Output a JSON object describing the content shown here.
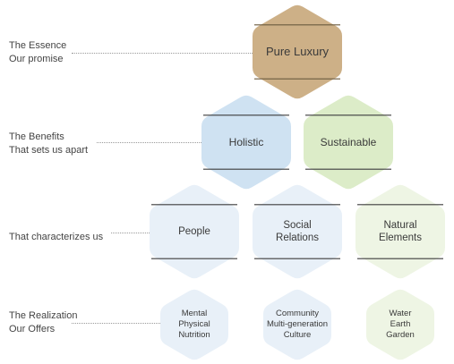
{
  "rows": [
    {
      "line1": "The Essence",
      "line2": "Our promise"
    },
    {
      "line1": "The Benefits",
      "line2": "That sets us apart"
    },
    {
      "line1": "That characterizes us",
      "line2": ""
    },
    {
      "line1": "The Realization",
      "line2": "Our Offers"
    }
  ],
  "essence": {
    "label": "Pure Luxury",
    "color": "#cdb087"
  },
  "benefits": [
    {
      "label": "Holistic",
      "color": "#cfe2f2"
    },
    {
      "label": "Sustainable",
      "color": "#dcecc8"
    }
  ],
  "characteristics": [
    {
      "label": "People",
      "color": "#e8f0f8"
    },
    {
      "label": "Social\nRelations",
      "color": "#e8f0f8"
    },
    {
      "label": "Natural\nElements",
      "color": "#eef5e4"
    }
  ],
  "offers": [
    {
      "label": "Mental\nPhysical\nNutrition",
      "color": "#e8f0f8"
    },
    {
      "label": "Community\nMulti-generation\nCulture",
      "color": "#e8f0f8"
    },
    {
      "label": "Water\nEarth\nGarden",
      "color": "#eef5e4"
    }
  ]
}
